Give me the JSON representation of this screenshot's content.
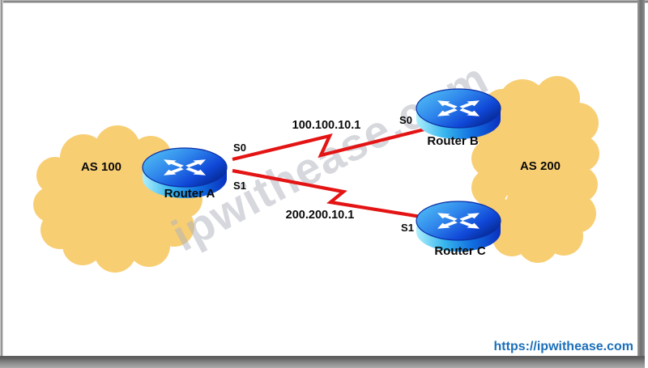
{
  "watermark": {
    "text": "ipwithease.com"
  },
  "footer": {
    "url": "https://ipwithease.com"
  },
  "clouds": {
    "as100": {
      "label": "AS 100"
    },
    "as200": {
      "label": "AS 200"
    }
  },
  "routers": {
    "a": {
      "label": "Router A"
    },
    "b": {
      "label": "Router B"
    },
    "c": {
      "label": "Router C"
    }
  },
  "interfaces": {
    "a_s0": "S0",
    "a_s1": "S1",
    "b_s0": "S0",
    "c_s1": "S1"
  },
  "links": {
    "top": {
      "ip": "100.100.10.1",
      "from": "Router A S0",
      "to": "Router B S0"
    },
    "bottom": {
      "ip": "200.200.10.1",
      "from": "Router A S1",
      "to": "Router C S1"
    }
  },
  "colors": {
    "cloud_fill": "#F8CE73",
    "link_red": "#E41414",
    "url_blue": "#1B6FBA",
    "router_blue_dark": "#0A2E9E",
    "router_blue_light": "#57C9F5",
    "watermark_grey": "#AEB3BD"
  }
}
